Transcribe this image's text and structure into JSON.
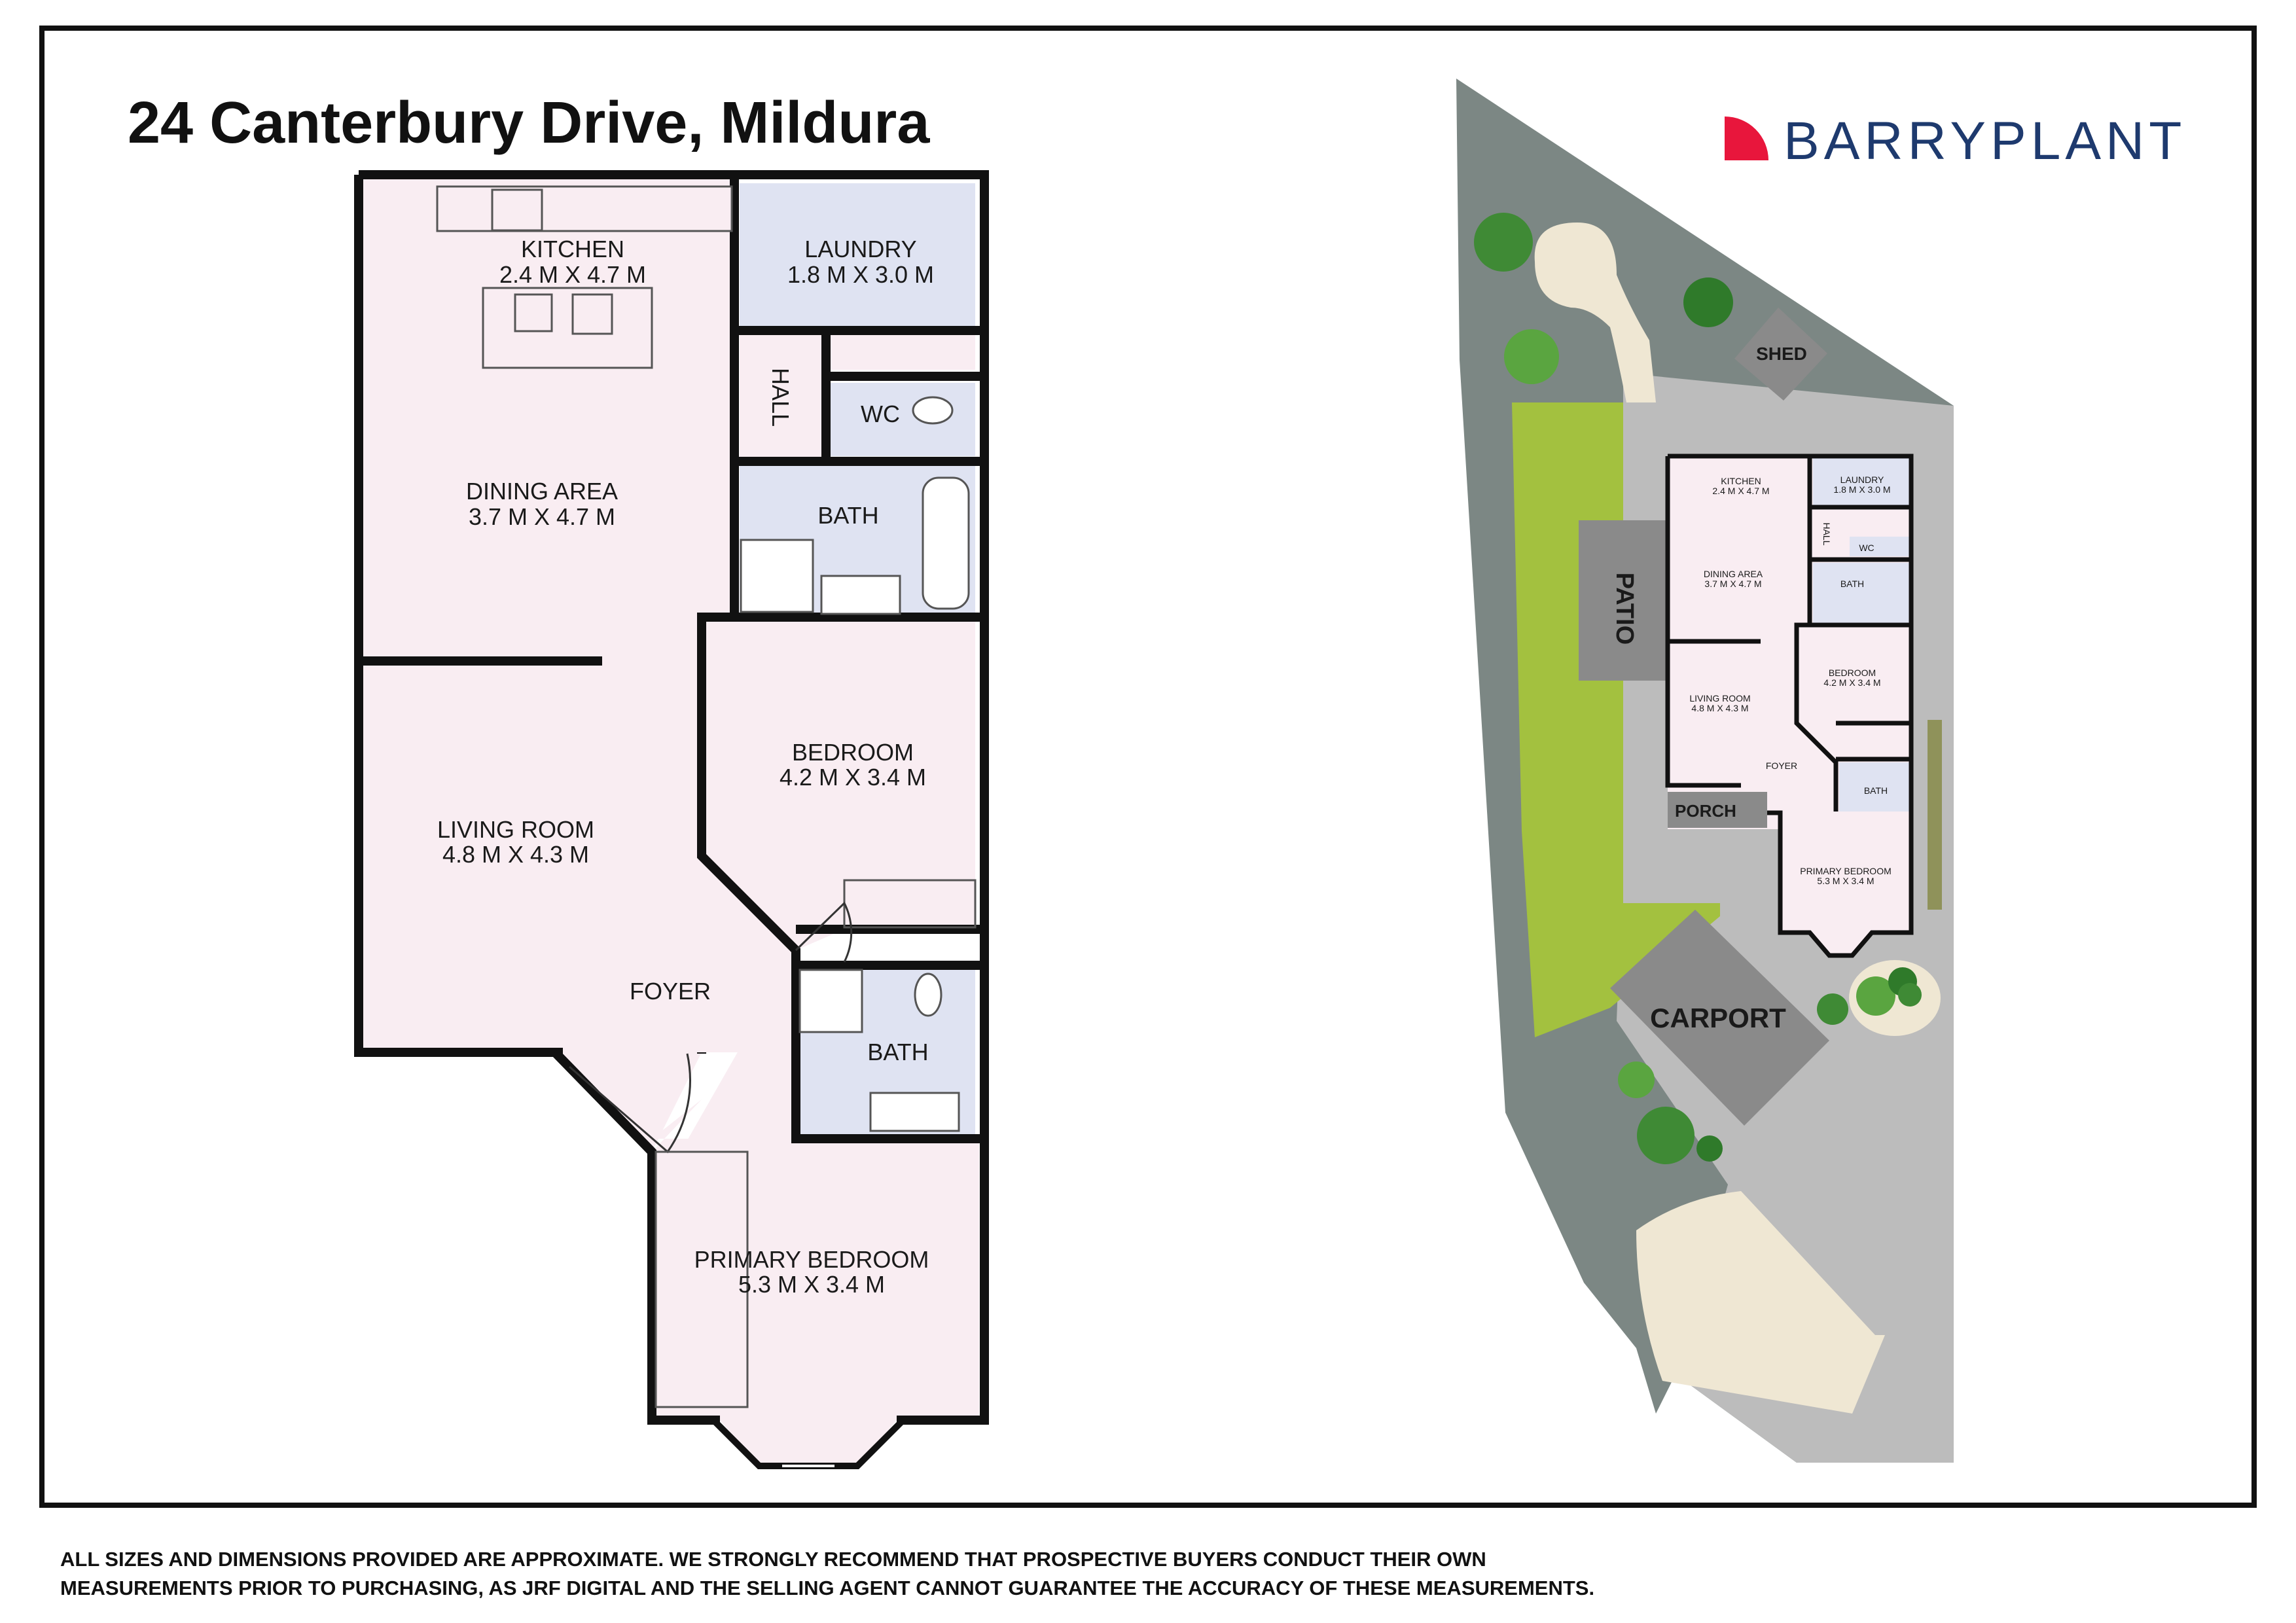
{
  "title": "24 Canterbury Drive, Mildura",
  "brand": {
    "name": "BARRYPLANT",
    "color": "#1e3a6e",
    "mark_color": "#e8163c"
  },
  "colors": {
    "living": "#f9edf2",
    "wet": "#dfe3f2",
    "walls": "#111111",
    "lawn": "#a3c13f",
    "paving": "#bcbcbc",
    "landscape": "#7c8784",
    "sand": "#efe7d3",
    "structure": "#8a8a8a"
  },
  "main_plan": {
    "rooms": {
      "kitchen": {
        "name": "KITCHEN",
        "dims": "2.4 M X 4.7 M"
      },
      "laundry": {
        "name": "LAUNDRY",
        "dims": "1.8 M X 3.0 M"
      },
      "hall": {
        "name": "HALL"
      },
      "wc": {
        "name": "WC"
      },
      "dining": {
        "name": "DINING AREA",
        "dims": "3.7 M X 4.7 M"
      },
      "bath1": {
        "name": "BATH"
      },
      "bedroom": {
        "name": "BEDROOM",
        "dims": "4.2 M X 3.4 M"
      },
      "living": {
        "name": "LIVING ROOM",
        "dims": "4.8 M X 4.3 M"
      },
      "foyer": {
        "name": "FOYER"
      },
      "bath2": {
        "name": "BATH"
      },
      "primary": {
        "name": "PRIMARY BEDROOM",
        "dims": "5.3 M X 3.4 M"
      }
    }
  },
  "site_plan": {
    "labels": {
      "shed": "SHED",
      "patio": "PATIO",
      "porch": "PORCH",
      "carport": "CARPORT"
    },
    "rooms": {
      "kitchen": {
        "name": "KITCHEN",
        "dims": "2.4 M X 4.7 M"
      },
      "laundry": {
        "name": "LAUNDRY",
        "dims": "1.8 M X 3.0 M"
      },
      "hall": "HALL",
      "wc": "WC",
      "dining": {
        "name": "DINING AREA",
        "dims": "3.7 M X 4.7 M"
      },
      "bath1": "BATH",
      "bedroom": {
        "name": "BEDROOM",
        "dims": "4.2 M X 3.4 M"
      },
      "living": {
        "name": "LIVING ROOM",
        "dims": "4.8 M X 4.3 M"
      },
      "foyer": "FOYER",
      "bath2": "BATH",
      "primary": {
        "name": "PRIMARY BEDROOM",
        "dims": "5.3 M X 3.4 M"
      }
    }
  },
  "disclaimer": {
    "line1": "ALL SIZES AND DIMENSIONS PROVIDED ARE APPROXIMATE. WE STRONGLY RECOMMEND THAT PROSPECTIVE BUYERS CONDUCT THEIR OWN",
    "line2": "MEASUREMENTS PRIOR TO PURCHASING, AS JRF DIGITAL AND THE SELLING AGENT CANNOT GUARANTEE THE ACCURACY OF THESE MEASUREMENTS."
  }
}
